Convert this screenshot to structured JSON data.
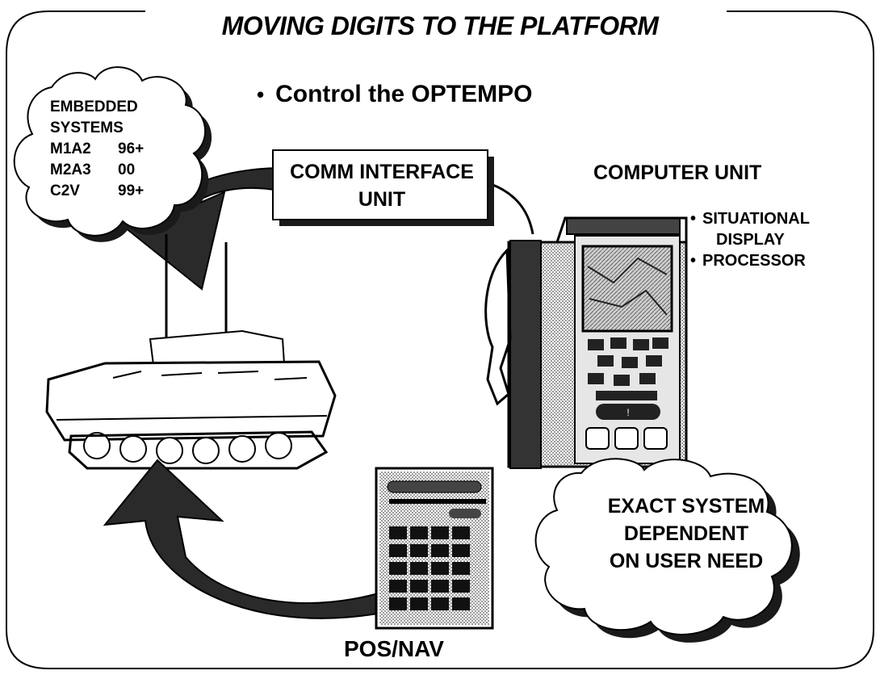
{
  "title": "MOVING DIGITS TO THE PLATFORM",
  "bullet_main": "Control the OPTEMPO",
  "embedded": {
    "heading_line1": "EMBEDDED",
    "heading_line2": "SYSTEMS",
    "rows": [
      {
        "system": "M1A2",
        "year": "96+"
      },
      {
        "system": "M2A3",
        "year": "00"
      },
      {
        "system": "C2V",
        "year": "99+"
      }
    ]
  },
  "comm_interface": {
    "line1": "COMM INTERFACE",
    "line2": "UNIT"
  },
  "computer_unit": {
    "title": "COMPUTER UNIT",
    "bullets": [
      [
        "SITUATIONAL",
        "DISPLAY"
      ],
      [
        "PROCESSOR"
      ]
    ]
  },
  "cloud_note": {
    "line1": "EXACT SYSTEM",
    "line2": "DEPENDENT",
    "line3": "ON USER NEED"
  },
  "pos_nav": "POS/NAV"
}
